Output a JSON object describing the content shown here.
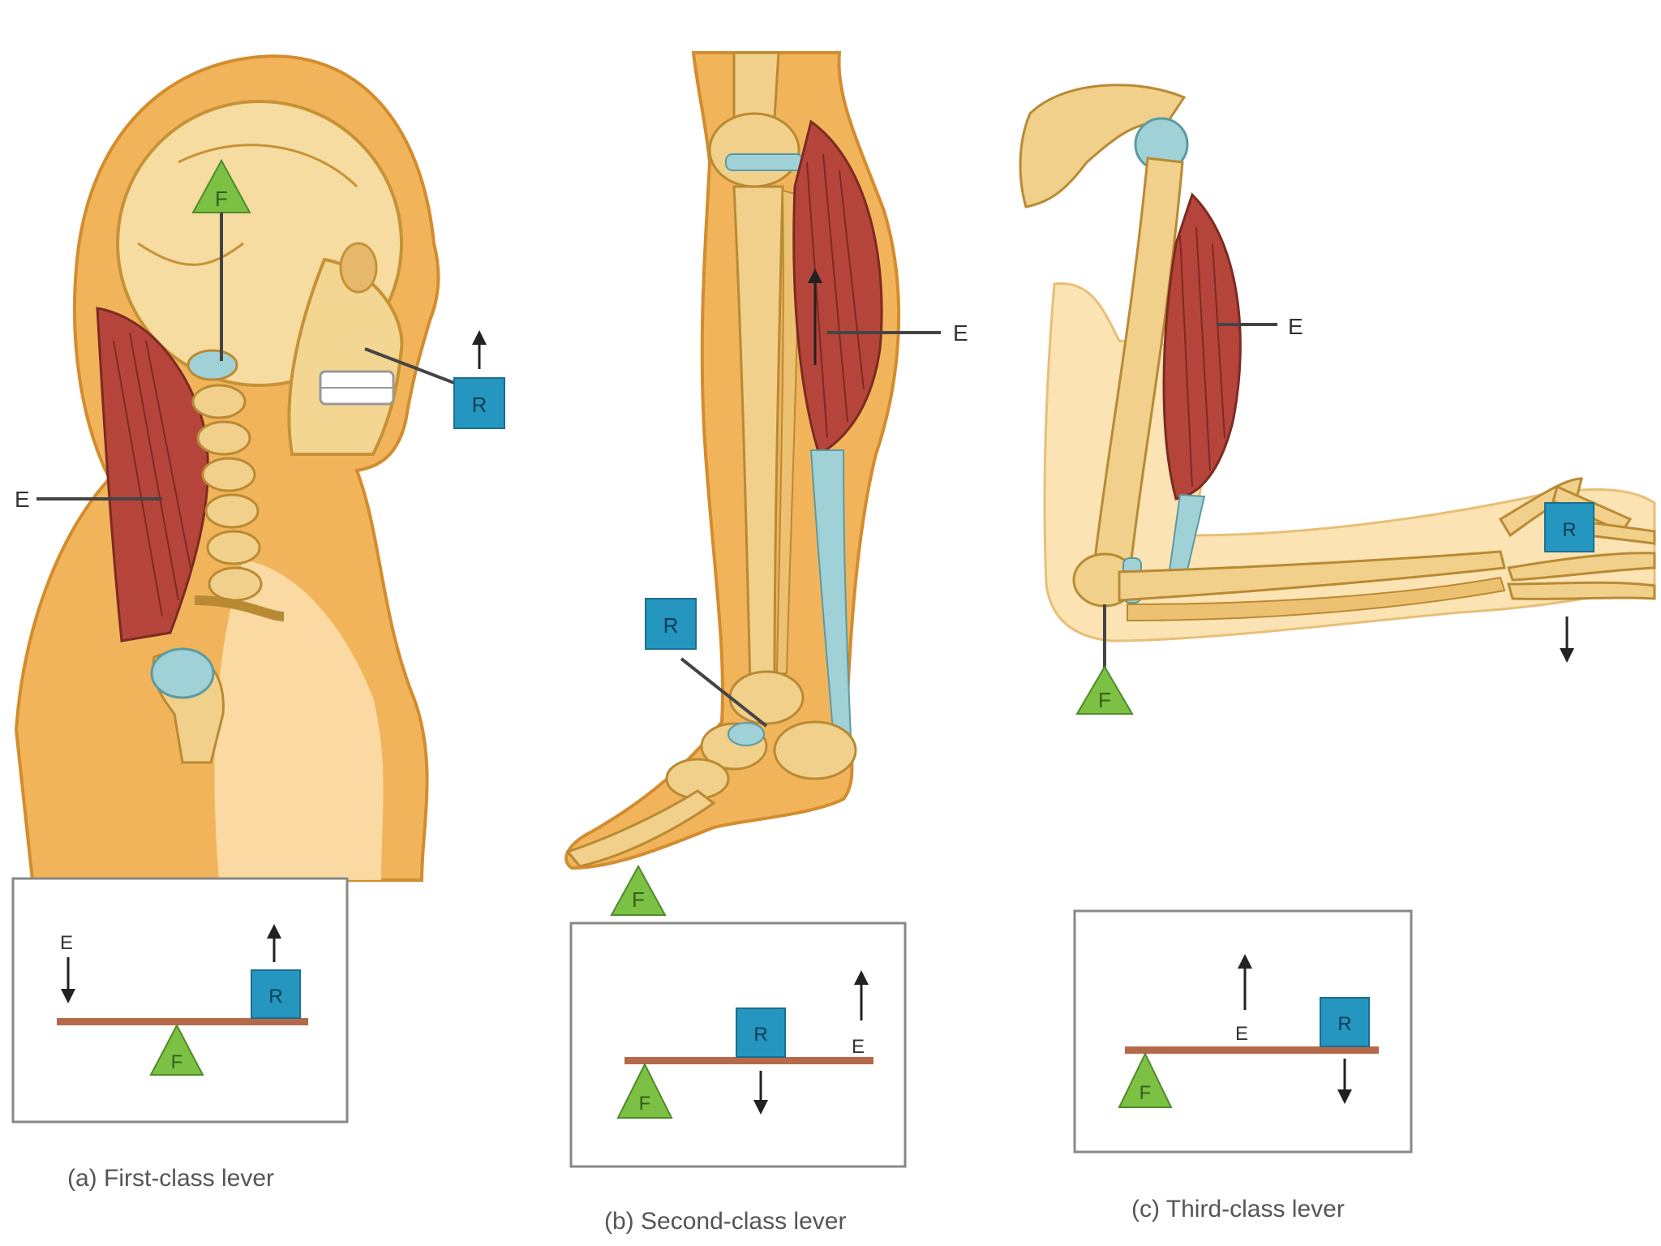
{
  "labels": {
    "effort": "E",
    "fulcrum": "F",
    "resistance": "R"
  },
  "captions": {
    "a": "(a) First-class lever",
    "b": "(b) Second-class lever",
    "c": "(c) Third-class lever"
  },
  "colors": {
    "fulcrum": "#7cc143",
    "resistance": "#2596c0",
    "lever_bar": "#b46a4a",
    "skin": "#f2b45a",
    "bone": "#f0d08a",
    "muscle": "#b5453a",
    "cartilage": "#9fd1d6"
  }
}
